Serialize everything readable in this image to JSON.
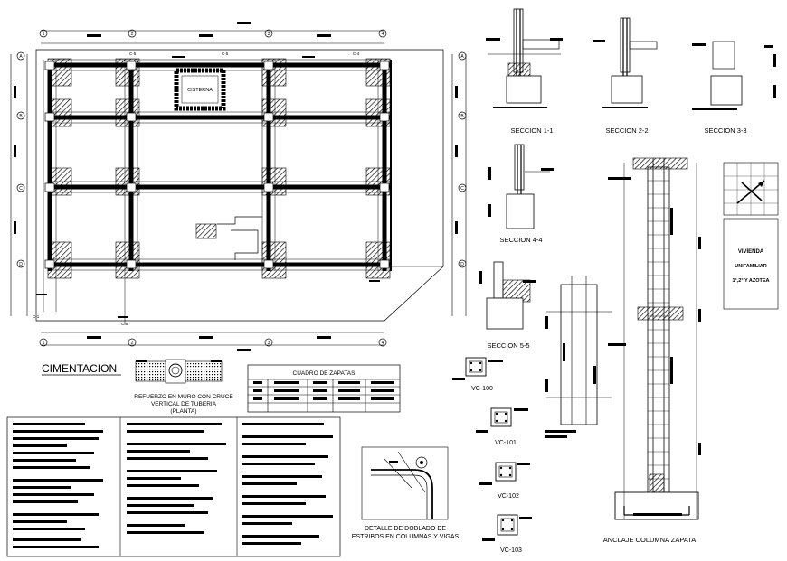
{
  "plan": {
    "title": "CIMENTACION",
    "cistern_label": "CISTERNA",
    "axis_numbers": [
      "1",
      "2",
      "3",
      "4"
    ],
    "axis_letters": [
      "A",
      "B",
      "C",
      "D"
    ],
    "cut_labels": [
      "C-1",
      "C-5",
      "C-5",
      "C-5",
      "C-4"
    ]
  },
  "pipe_detail": {
    "caption_line1": "REFUERZO EN MURO CON CRUCE",
    "caption_line2": "VERTICAL DE TUBERIA",
    "caption_line3": "(PLANTA)"
  },
  "footing_table": {
    "title": "CUADRO DE ZAPATAS"
  },
  "sections": {
    "s11": "SECCION 1-1",
    "s22": "SECCION 2-2",
    "s33": "SECCION 3-3",
    "s44": "SECCION 4-4",
    "s55": "SECCION 5-5"
  },
  "columns": {
    "vc100": "VC-100",
    "vc101": "VC-101",
    "vc102": "VC-102",
    "vc103": "VC-103"
  },
  "stirrup_detail": {
    "caption_line1": "DETALLE DE DOBLADO DE",
    "caption_line2": "ESTRIBOS EN COLUMNAS Y VIGAS"
  },
  "anchor_detail": {
    "caption": "ANCLAJE COLUMNA ZAPATA"
  },
  "title_block": {
    "line1": "VIVIENDA",
    "line2": "UNIFAMILIAR",
    "line3": "1°,2° Y AZOTEA"
  }
}
